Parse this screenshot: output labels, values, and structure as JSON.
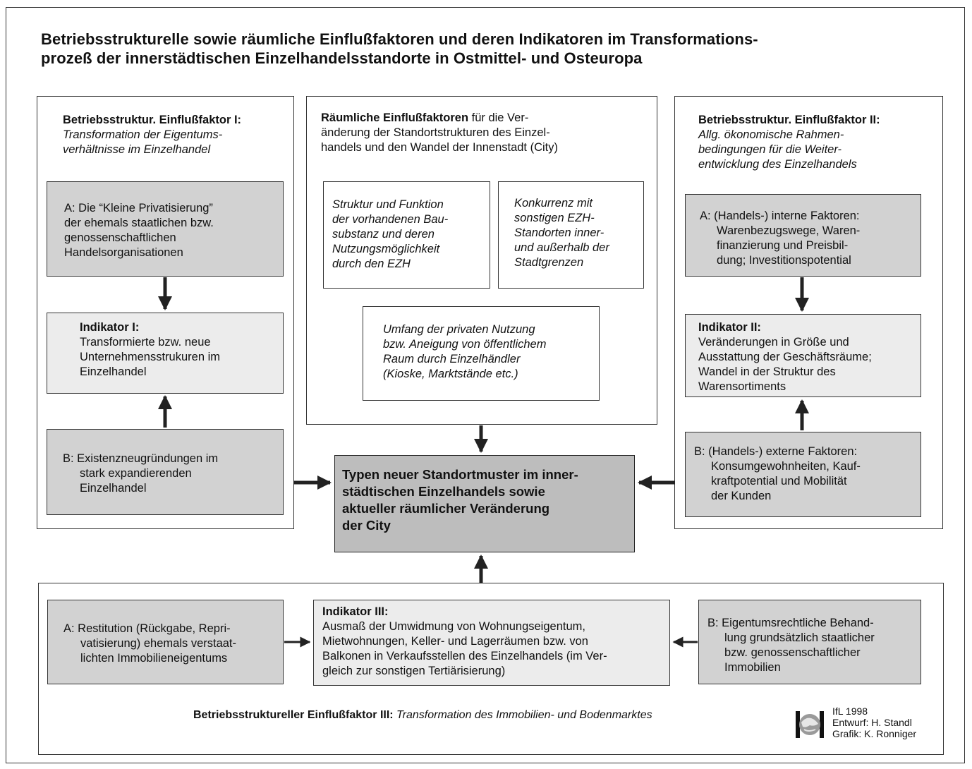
{
  "title": {
    "line1": "Betriebsstrukturelle sowie räumliche Einflußfaktoren und deren Indikatoren im Transformations-",
    "line2": "prozeß der innerstädtischen Einzelhandelsstandorte in Ostmittel- und Osteuropa"
  },
  "left": {
    "heading": "Betriebsstruktur. Einflußfaktor I:",
    "subtitle_lines": [
      "Transformation der Eigentums-",
      "verhältnisse im Einzelhandel"
    ],
    "box_a_lines": [
      "A: Die “Kleine Privatisierung”",
      "der ehemals staatlichen bzw.",
      "genossenschaftlichen",
      "Handelsorganisationen"
    ],
    "indicator_title": "Indikator I:",
    "indicator_lines": [
      "Transformierte bzw. neue",
      "Unternehmensstrukuren im",
      "Einzelhandel"
    ],
    "box_b_lines": [
      "B: Existenzneugründungen im",
      "stark expandierenden",
      "Einzelhandel"
    ]
  },
  "middle": {
    "heading_bold": "Räumliche Einflußfaktoren",
    "heading_rest_1": " für die Ver-",
    "heading_lines": [
      "änderung der Standortstrukturen des Einzel-",
      "handels und den Wandel der Innenstadt (City)"
    ],
    "box1_lines": [
      "Struktur und Funktion",
      "der vorhandenen Bau-",
      "substanz und deren",
      "Nutzungsmöglichkeit",
      "durch den EZH"
    ],
    "box2_lines": [
      "Konkurrenz mit",
      "sonstigen EZH-",
      "Standorten inner-",
      "und außerhalb der",
      "Stadtgrenzen"
    ],
    "box3_lines": [
      "Umfang der privaten Nutzung",
      "bzw. Aneigung von öffentlichem",
      "Raum durch Einzelhändler",
      "(Kioske, Marktstände etc.)"
    ]
  },
  "right": {
    "heading": "Betriebsstruktur. Einflußfaktor II:",
    "subtitle_lines": [
      "Allg. ökonomische Rahmen-",
      "bedingungen für die Weiter-",
      "entwicklung des Einzelhandels"
    ],
    "box_a_lines": [
      "A: (Handels-) interne Faktoren:",
      "Warenbezugswege, Waren-",
      "finanzierung und Preisbil-",
      "dung; Investitionspotential"
    ],
    "indicator_title": "Indikator II:",
    "indicator_lines": [
      "Veränderungen in Größe und",
      "Ausstattung der Geschäftsräume;",
      "Wandel in der Struktur des",
      "Warensortiments"
    ],
    "box_b_lines": [
      "B: (Handels-) externe Faktoren:",
      "Konsumgewohnheiten, Kauf-",
      "kraftpotential und Mobilität",
      "der Kunden"
    ]
  },
  "center": {
    "lines": [
      "Typen neuer Standortmuster im inner-",
      "städtischen Einzelhandels sowie",
      "aktueller räumlicher Veränderung",
      "der City"
    ]
  },
  "bottom": {
    "box_a_lines": [
      "A: Restitution (Rückgabe, Repri-",
      "vatisierung) ehemals verstaat-",
      "lichten Immobilieneigentums"
    ],
    "indicator_title": "Indikator III:",
    "indicator_lines": [
      "Ausmaß der Umwidmung von Wohnungseigentum,",
      "Mietwohnungen, Keller- und Lagerräumen bzw. von",
      "Balkonen in Verkaufsstellen des Einzelhandels (im Ver-",
      "gleich zur sonstigen Tertiärisierung)"
    ],
    "box_b_lines": [
      "B: Eigentumsrechtliche Behand-",
      "lung grundsätzlich staatlicher",
      "bzw. genossenschaftlicher",
      "Immobilien"
    ],
    "footer_bold": "Betriebsstruktureller Einflußfaktor III:",
    "footer_italic": " Transformation des Immobilien- und Bodenmarktes"
  },
  "credits": {
    "line1": "IfL 1998",
    "line2": "Entwurf: H. Standl",
    "line3": "Grafik: K. Ronniger"
  },
  "colors": {
    "dark_fill": "#d2d2d2",
    "light_fill": "#ececec",
    "center_fill": "#bdbdbd",
    "arrow": "#222222"
  }
}
